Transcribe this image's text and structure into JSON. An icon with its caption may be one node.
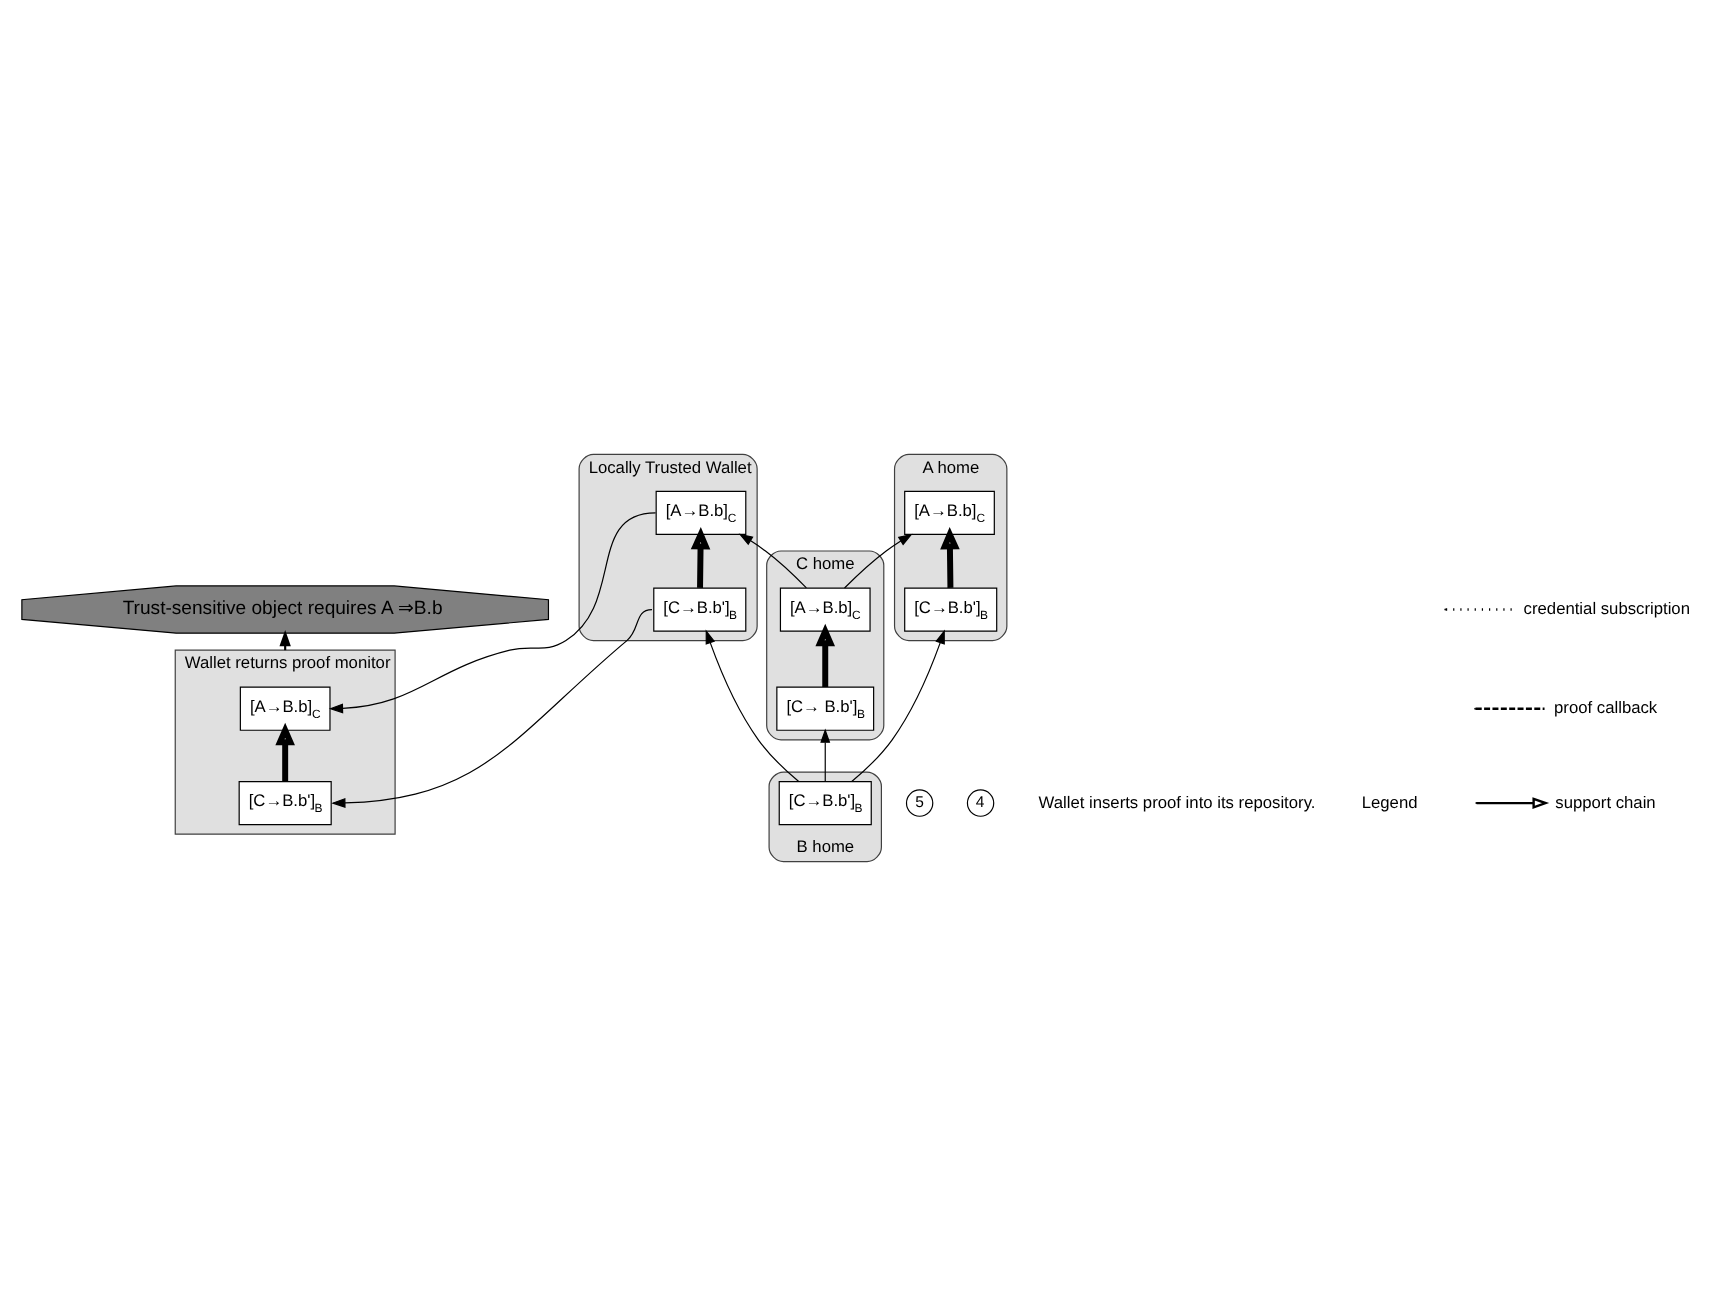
{
  "diagram": {
    "nodes": [
      {
        "text": [
          "Trust-sensitive object requires A ⇒B.b"
        ]
      },
      {
        "text": [
          "Wallet returns proof monitor"
        ]
      },
      {
        "text": [
          "[A→B.b]$_{C}$"
        ],
        "in": 1
      },
      {
        "text": [
          "[C→B.b']$_{B}$"
        ],
        "in": 1
      },
      {
        "text": [
          "Locally Trusted Wallet"
        ]
      },
      {
        "text": [
          "[A→B.b]$_{C}$"
        ],
        "in": 4
      },
      {
        "text": [
          "[C→B.b']$_{B}$"
        ],
        "in": 4
      },
      {
        "text": [
          "A home"
        ]
      },
      {
        "text": [
          "[A→B.b]$_{C}$"
        ],
        "in": 7
      },
      {
        "text": [
          "[C→B.b']$_{B}$"
        ],
        "in": 7
      },
      {
        "text": [
          "B home"
        ]
      },
      {
        "text": [
          "[C→B.b']$_{B}$"
        ],
        "in": 10
      },
      {
        "text": [
          "C home"
        ]
      },
      {
        "text": [
          "[A→B.b]$_{C}$"
        ],
        "in": 12
      },
      {
        "text": [
          "[C→ B.b']$_{B}$"
        ],
        "in": 12
      }
    ],
    "edges": [
      {
        "from": 1,
        "to": 0,
        "arrow": "to",
        "style": "dashed"
      },
      {
        "from": 5,
        "to": 2,
        "arrow": "to"
      },
      {
        "from": 6,
        "to": 3,
        "arrow": "to"
      },
      {
        "from": 3,
        "to": 2,
        "arrow": "to",
        "style": "thick"
      },
      {
        "from": 6,
        "to": 5,
        "arrow": "to",
        "style": "thick"
      },
      {
        "from": 11,
        "to": 6,
        "arrow": "to"
      },
      {
        "from": 13,
        "to": 5,
        "arrow": "to"
      },
      {
        "from": 13,
        "to": 8,
        "arrow": "to"
      },
      {
        "from": 9,
        "to": 8,
        "arrow": "to",
        "style": "thick"
      },
      {
        "from": 11,
        "to": 9,
        "arrow": "to"
      },
      {
        "from": 11,
        "to": 14,
        "arrow": "to"
      },
      {
        "from": 14,
        "to": 13,
        "arrow": "to",
        "style": "thick"
      }
    ],
    "labels": [
      "5",
      "4",
      "Wallet inserts proof into its repository.",
      "Legend"
    ],
    "legend": [
      {
        "text": "credential subscription"
      },
      {
        "text": "proof callback"
      },
      {
        "text": "support chain"
      }
    ]
  }
}
